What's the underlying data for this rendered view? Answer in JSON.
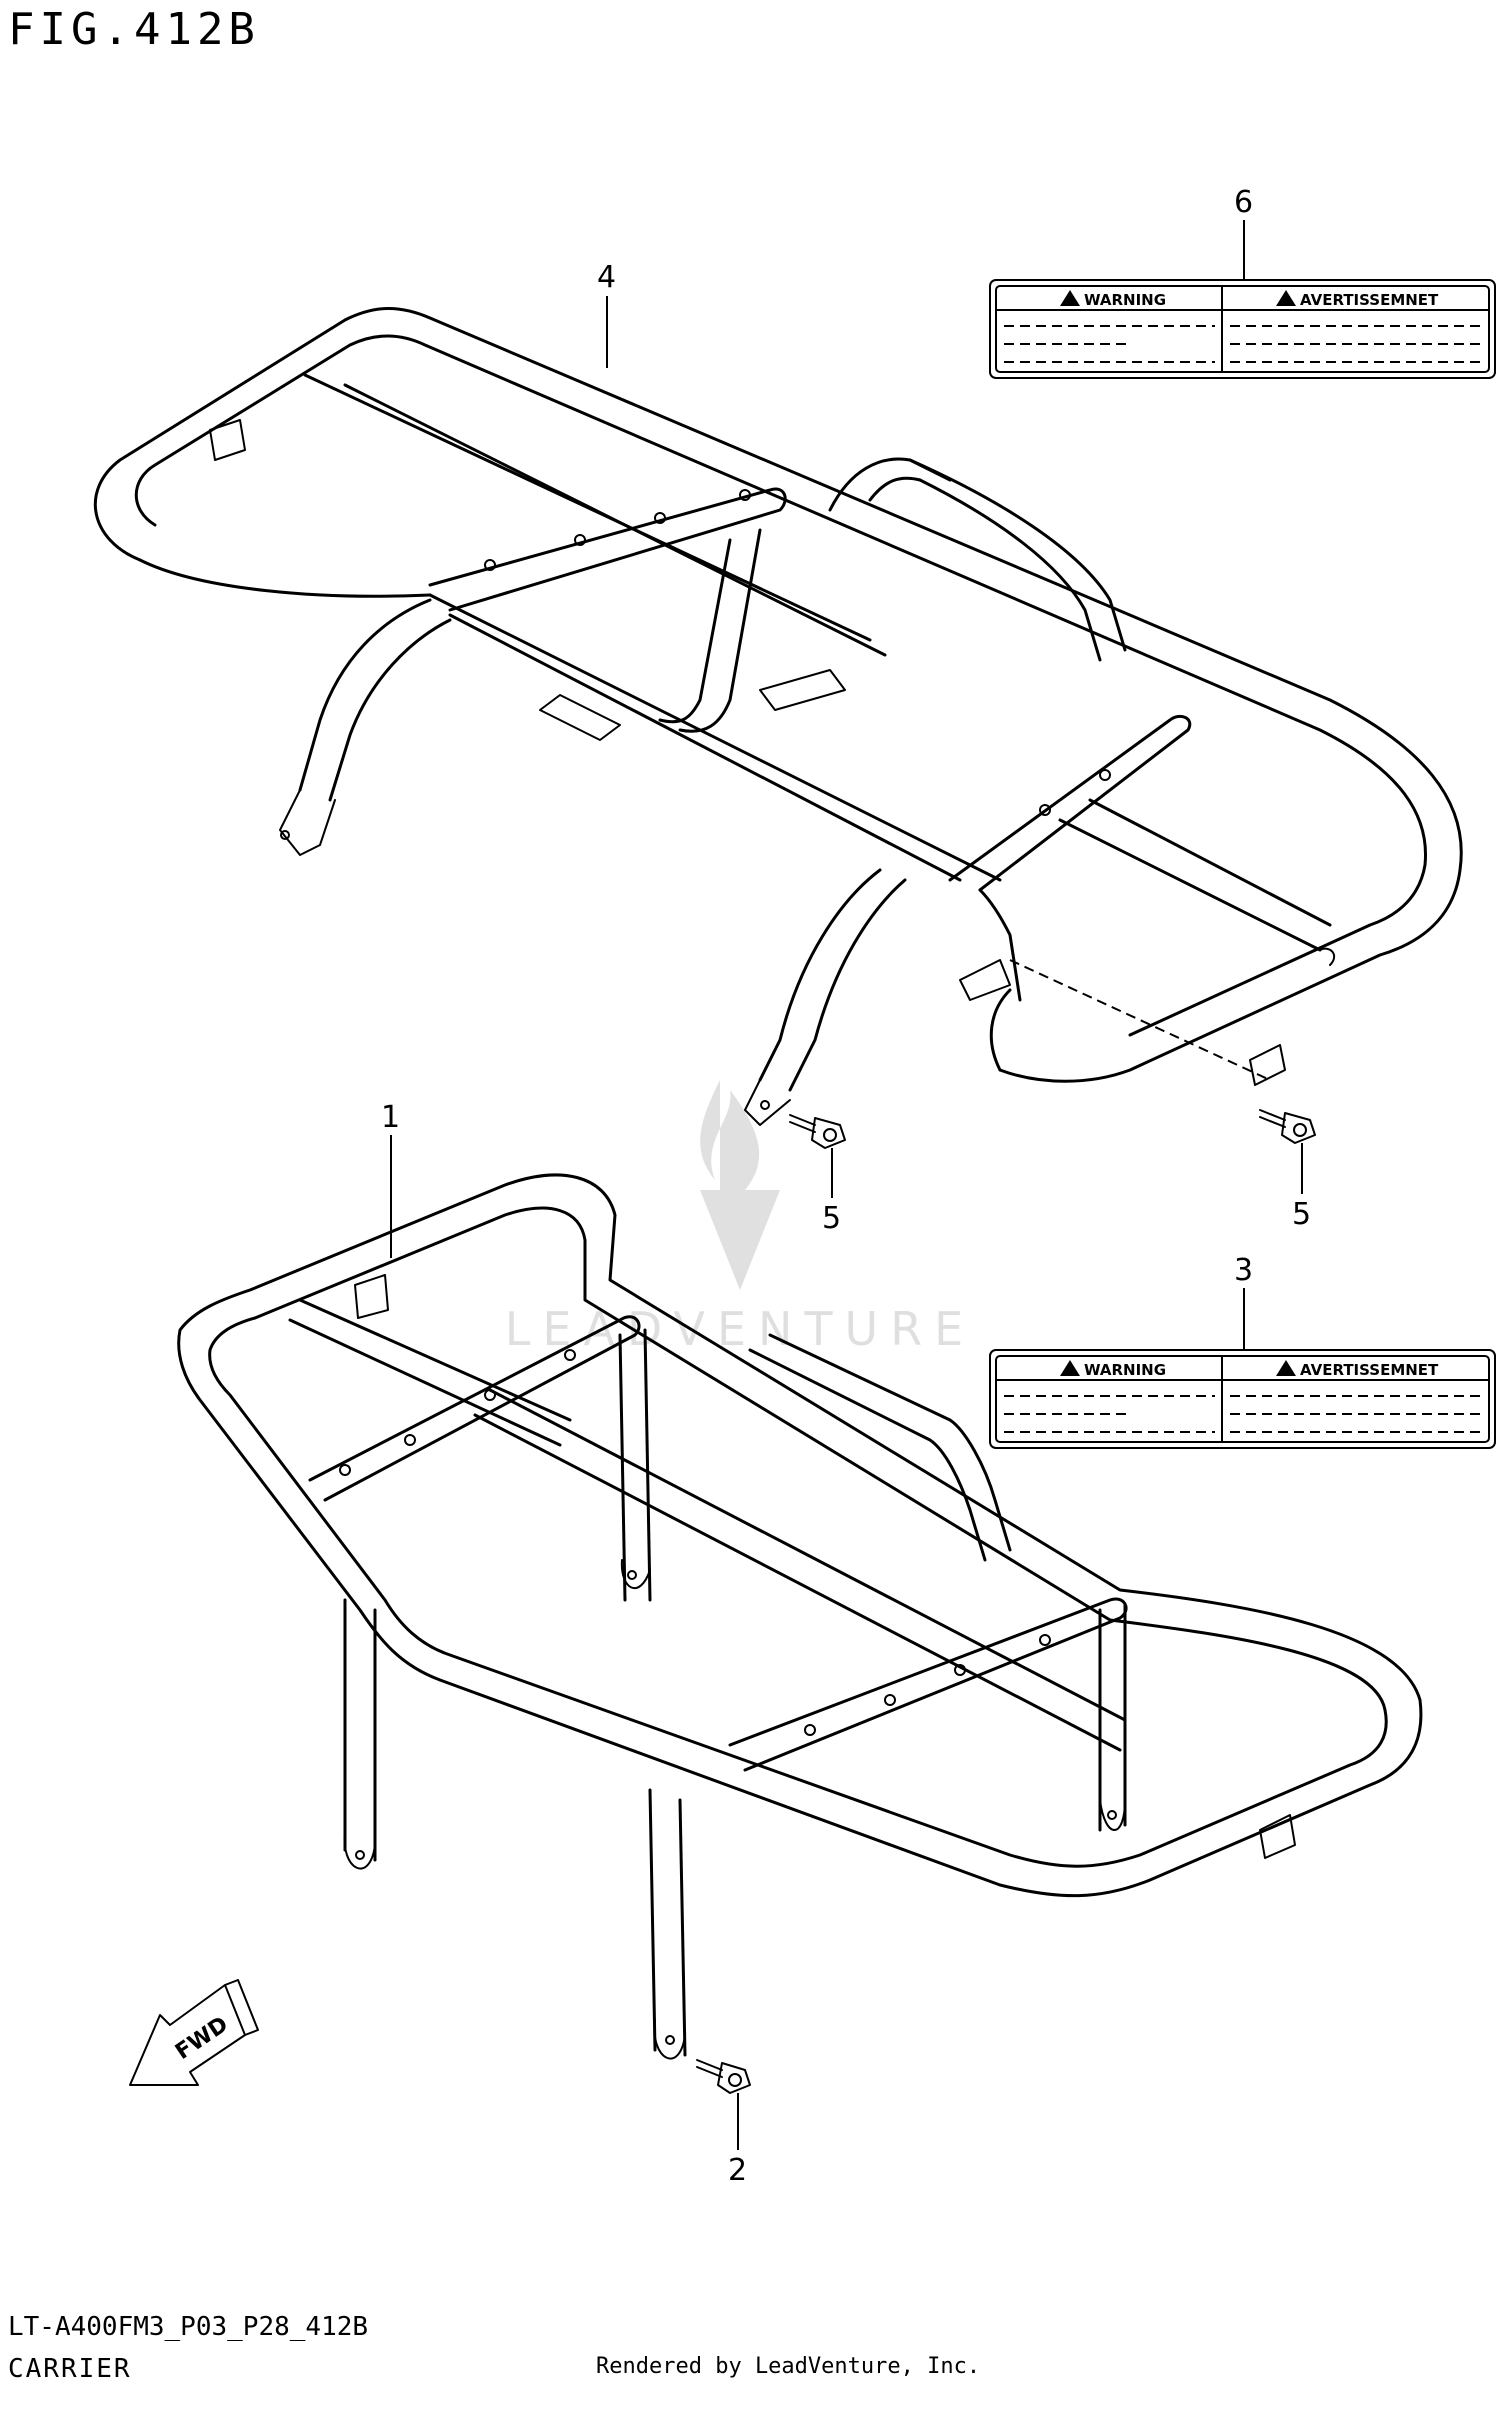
{
  "figure": {
    "title": "FIG.412B",
    "model_code": "LT-A400FM3_P03_P28_412B",
    "section_name": "CARRIER",
    "rendered_by": "Rendered by LeadVenture, Inc."
  },
  "callouts": {
    "part_1": "1",
    "part_2": "2",
    "part_3": "3",
    "part_4": "4",
    "part_5a": "5",
    "part_5b": "5",
    "part_6": "6"
  },
  "labels": {
    "label_6": {
      "left_title": "WARNING",
      "right_title": "AVERTISSEMNET",
      "warning_icon": "warning-triangle-icon"
    },
    "label_3": {
      "left_title": "WARNING",
      "right_title": "AVERTISSEMNET",
      "warning_icon": "warning-triangle-icon"
    }
  },
  "direction_arrow": {
    "text": "FWD",
    "icon": "arrow-icon"
  },
  "watermark": {
    "text": "LEADVENTURE",
    "icon": "flame-v-logo-icon"
  }
}
